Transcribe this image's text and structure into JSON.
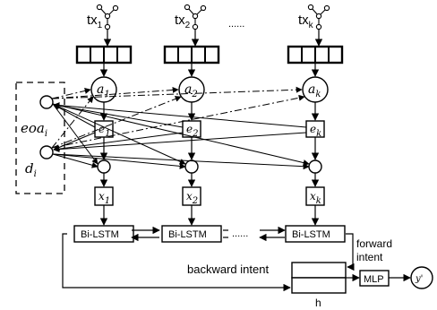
{
  "tx_prefix": "tx",
  "columns": [
    {
      "tx_sub": "1",
      "a_sub": "1",
      "e_sub": "1",
      "x_sub": "1"
    },
    {
      "tx_sub": "2",
      "a_sub": "2",
      "e_sub": "2",
      "x_sub": "2"
    },
    {
      "tx_sub": "k",
      "a_sub": "k",
      "e_sub": "k",
      "x_sub": "k"
    }
  ],
  "node_letters": {
    "a": "a",
    "e": "e",
    "x": "x"
  },
  "top_ellipsis": "......",
  "lstm_ellipsis": "......",
  "lstm_label": "Bi-LSTM",
  "eoa": {
    "base": "eoa",
    "sub": "i"
  },
  "d": {
    "base": "d",
    "sub": "i"
  },
  "forward_intent": [
    "forward",
    "intent"
  ],
  "backward_intent": "backward intent",
  "mlp_label": "MLP",
  "h_label": "h",
  "output_label": "y'"
}
